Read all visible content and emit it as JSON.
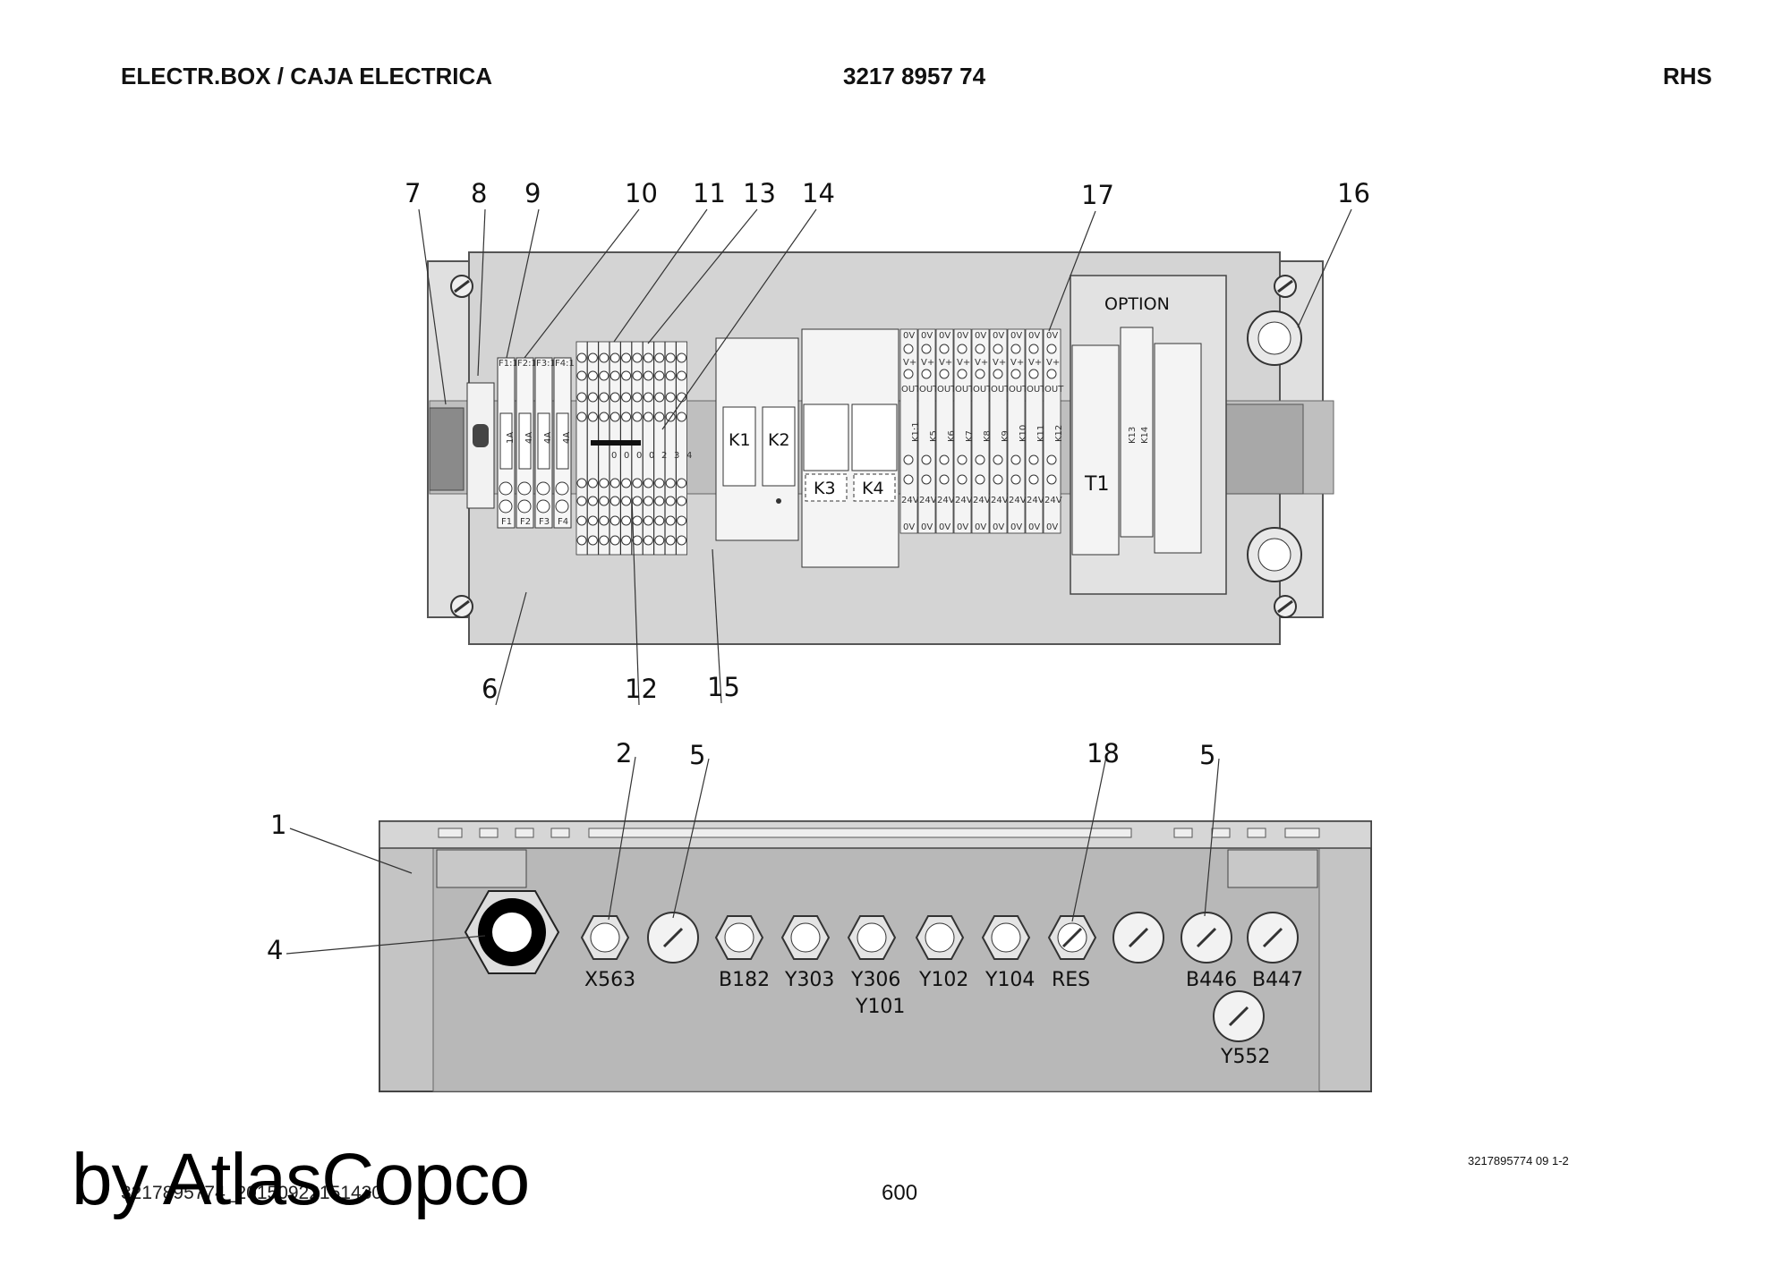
{
  "header": {
    "title": "ELECTR.BOX / CAJA ELECTRICA",
    "part_number": "3217 8957 74",
    "side": "RHS"
  },
  "callouts_top": [
    "7",
    "8",
    "9",
    "10",
    "11",
    "13",
    "14",
    "17",
    "16",
    "6",
    "12",
    "15"
  ],
  "callouts_bottom": [
    "1",
    "2",
    "5",
    "18",
    "5",
    "4"
  ],
  "panel": {
    "option_label": "OPTION",
    "fuse_labels": [
      "1A",
      "4A",
      "4A",
      "4A"
    ],
    "fuse_tags_top": [
      "F1:1",
      "F2:1",
      "F3:1",
      "F4:1"
    ],
    "fuse_tags_bottom": [
      "F1",
      "F2",
      "F3",
      "F4"
    ],
    "relay_labels": [
      "K1",
      "K2",
      "K3",
      "K4"
    ],
    "relay_module_labels": [
      "K1:1",
      "K5",
      "K6",
      "K7",
      "K8",
      "K9",
      "K10",
      "K11",
      "K12"
    ],
    "option_relays": [
      "T1",
      "K13",
      "K14"
    ],
    "terminal_digits": [
      "0",
      "0",
      "0",
      "0",
      "2",
      "3",
      "4"
    ],
    "supply_top": "0V",
    "supply_plus": "V+",
    "out_label": "OUT",
    "supply_24": "24V",
    "supply_0": "0V"
  },
  "connectors": {
    "row1": [
      "X563",
      "",
      "B182",
      "Y303",
      "Y306",
      "Y102",
      "Y104",
      "RES",
      "",
      "B446",
      "B447"
    ],
    "y101": "Y101",
    "y552": "Y552"
  },
  "footer": {
    "ref": "3217895774 09 1-2",
    "doc_id": "3217895774_20150922151430",
    "page": "600",
    "brand": "by AtlasCopco"
  }
}
